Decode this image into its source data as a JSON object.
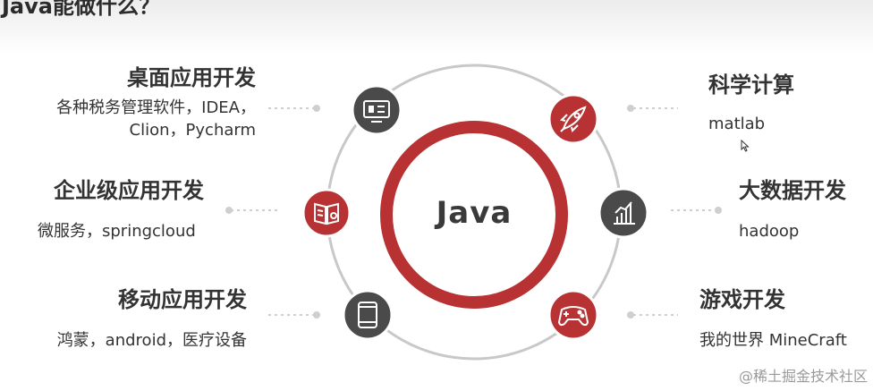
{
  "page": {
    "title": "Java能做什么？",
    "watermark": "@稀土掘金技术社区"
  },
  "center": {
    "label": "Java"
  },
  "colors": {
    "red": "#b83233",
    "dark": "#4a4a4a",
    "ring": "#c8c8c8",
    "dots": "#cfcfcf"
  },
  "items": {
    "desktop": {
      "title": "桌面应用开发",
      "desc_line1": "各种税务管理软件，IDEA，",
      "desc_line2": "Clion，Pycharm",
      "icon": "desktop-monitor-icon"
    },
    "enterprise": {
      "title": "企业级应用开发",
      "desc": "微服务，springcloud",
      "icon": "book-icon"
    },
    "mobile": {
      "title": "移动应用开发",
      "desc": "鸿蒙，android，医疗设备",
      "icon": "tablet-icon"
    },
    "science": {
      "title": "科学计算",
      "desc": "matlab",
      "icon": "rocket-icon"
    },
    "bigdata": {
      "title": "大数据开发",
      "desc": "hadoop",
      "icon": "bar-chart-icon"
    },
    "game": {
      "title": "游戏开发",
      "desc": "我的世界 MineCraft",
      "icon": "gamepad-icon"
    }
  }
}
